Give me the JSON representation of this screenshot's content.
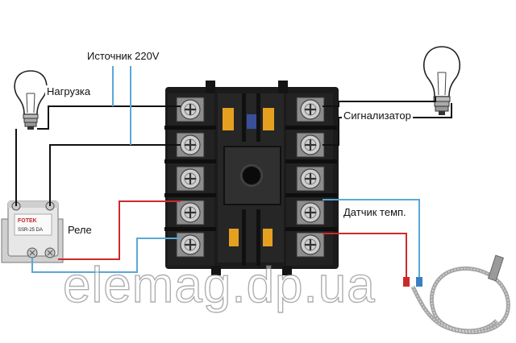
{
  "labels": {
    "source": "Источник 220V",
    "load": "Нагрузка",
    "alarm": "Сигнализатор",
    "relay": "Реле",
    "sensor": "Датчик темп."
  },
  "relay_marking": {
    "brand": "FOTEK",
    "model": "SSR-25 DA"
  },
  "watermark": "elemag.dp.ua",
  "colors": {
    "wire_black": "#111111",
    "wire_blue": "#5aa8d8",
    "wire_red": "#cc2a2a",
    "socket_body": "#1b1b1b",
    "socket_accent": "#e6a020",
    "screw": "#c9c9c9",
    "relay_body": "#e7e7e7",
    "thermocouple": "#a5a5a5"
  }
}
